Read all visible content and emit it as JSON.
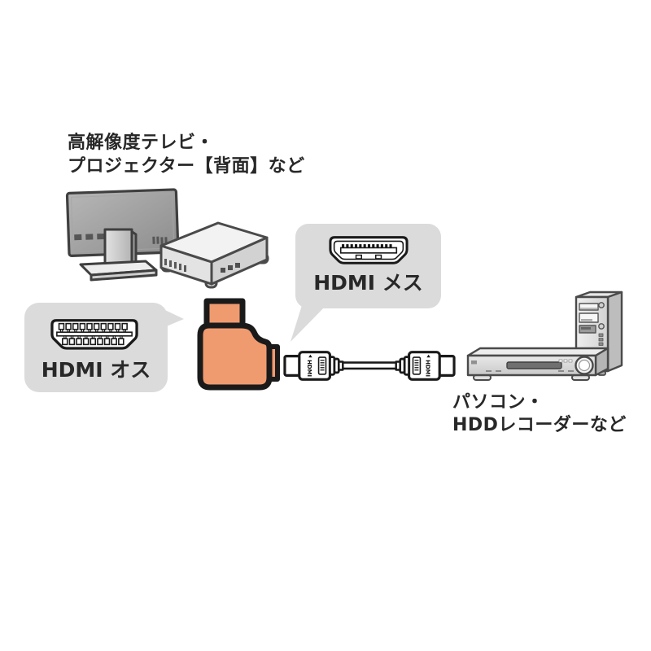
{
  "labels": {
    "display_devices_line1": "高解像度テレビ・",
    "display_devices_line2": "プロジェクター【背面】など",
    "adapter_male_end": "HDMI オス",
    "adapter_female_end": "HDMI メス",
    "source_devices_line1": "パソコン・",
    "source_devices_line2": "HDDレコーダーなど",
    "cable_print": "HDMI"
  },
  "colors": {
    "adapter_orange": "#F09A70",
    "bubble_gray": "#DBDBDB",
    "outline_black": "#1A1A1A",
    "text_dark": "#282828"
  }
}
